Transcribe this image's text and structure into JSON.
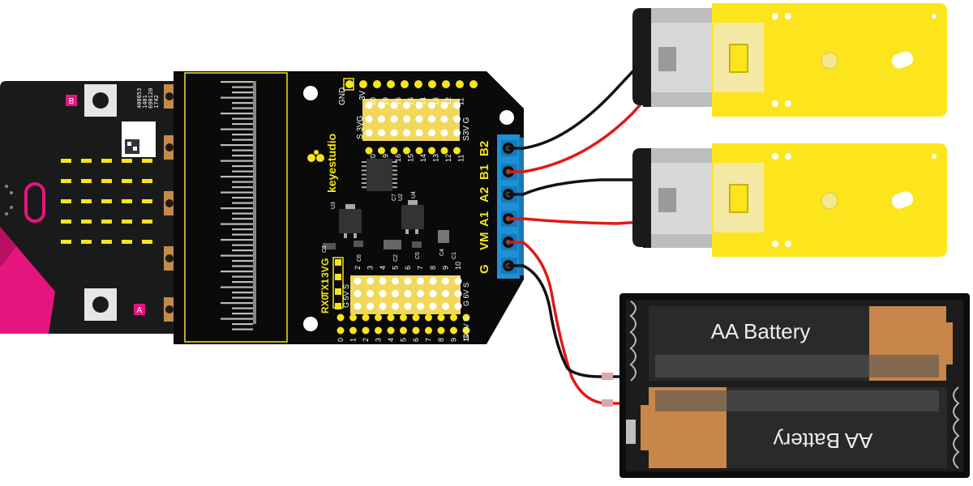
{
  "microbit": {
    "qr_lines": [
      "400853",
      "1401",
      "690120",
      "1742"
    ],
    "button_a": "A",
    "button_b": "B"
  },
  "board": {
    "brand": "keyestudio",
    "top_header": {
      "gnd": "GND",
      "v3": "3V",
      "s3v": "S 3VG",
      "labels": [
        "20",
        "19",
        "16",
        "15",
        "14",
        "13",
        "12",
        "11"
      ]
    },
    "right_header": {
      "s3vg": "S3V G"
    },
    "top_pins_left": [
      "20",
      "19",
      "16",
      "15",
      "14",
      "13",
      "12",
      "11"
    ],
    "uart_labels": {
      "g": "G",
      "v3": "3V",
      "tx": "TX1",
      "rx": "RX0",
      "g5vs": "G 5V S"
    },
    "bottom_row_1": [
      "2",
      "3",
      "4",
      "5",
      "6",
      "7",
      "8",
      "9",
      "10"
    ],
    "bottom_row_2": [
      "0",
      "1",
      "2",
      "3",
      "4",
      "5",
      "6",
      "7",
      "8",
      "9",
      "10"
    ],
    "g6vs_1": "G 6V S",
    "g6vs_2": "G 6V S",
    "components": {
      "u3": "U3",
      "u2": "U2",
      "u4": "U4",
      "c3": "C3",
      "c6": "C6",
      "c2": "C2",
      "c5": "C5",
      "c7": "C7",
      "c4": "C4",
      "c1": "C1"
    },
    "terminal_labels": [
      "B2",
      "B1",
      "A2",
      "A1",
      "VM",
      "G"
    ]
  },
  "battery": {
    "label_top": "AA Battery",
    "label_bottom": "AA Battery"
  },
  "colors": {
    "board": "#000000",
    "pin_yellow": "#f7e41a",
    "motor_yellow": "#fce51d",
    "terminal_blue": "#1e90d6",
    "wire_red": "#e31818",
    "wire_black": "#111111",
    "microbit_pink": "#e5157f",
    "led_yellow": "#f7e41a",
    "battery_copper": "#c8864a"
  }
}
